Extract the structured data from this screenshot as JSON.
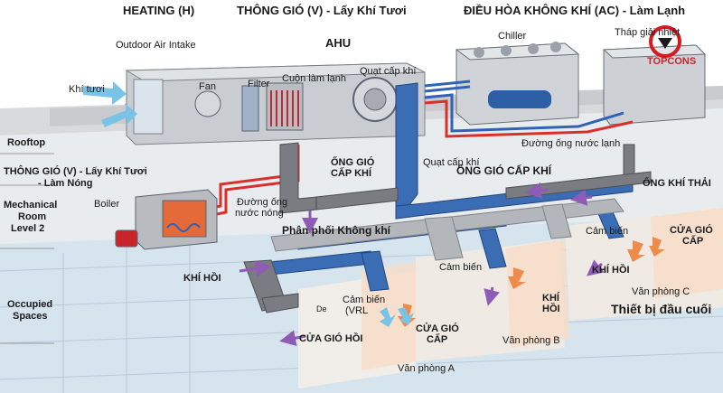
{
  "headers": {
    "heating": "HEATING (H)",
    "ventilation": "THÔNG GIÓ (V) - Lấy Khí Tươi",
    "ac": "ĐIỀU HÒA KHÔNG KHÍ (AC) - Làm Lạnh"
  },
  "logo_text": "TOPCONS",
  "side_labels": {
    "rooftop": "Rooftop",
    "ventilation_heat_1": "THÔNG GIÓ (V) - Lấy Khí Tươi",
    "ventilation_heat_2": "- Làm Nóng",
    "mechanical_1": "Mechanical",
    "mechanical_2": "Room",
    "mechanical_3": "Level 2",
    "occupied_1": "Occupied",
    "occupied_2": "Spaces"
  },
  "labels": {
    "outdoor_air_intake": "Outdoor Air Intake",
    "ahu": "AHU",
    "chiller": "Chiller",
    "cooling_tower": "Tháp giải nhiệt",
    "fresh_air": "Khí tươi",
    "fan": "Fan",
    "filter": "Filter",
    "cooling_coil": "Cuộn làm lạnh",
    "supply_fan": "Quạt cấp khí",
    "chilled_water_pipe": "Đường ống nước lạnh",
    "supply_duct_1": "ỐNG GIÓ",
    "supply_duct_2": "CẤP KHÍ",
    "supply_fan_2": "Quạt cấp khí",
    "supply_duct_main": "ỐNG GIÓ CẤP KHÍ",
    "exhaust_duct": "ỐNG KHÍ THẢI",
    "boiler": "Boiler",
    "hot_water_pipe_1": "Đường ống",
    "hot_water_pipe_2": "nước nóng",
    "air_distribution": "Phân phối Không khí",
    "sensor_a": "Cảm biến",
    "sensor_b": "Cảm biến",
    "sensor_vrl_1": "Cảm biến",
    "sensor_vrl_2": "(VRL",
    "return_air_left": "KHÍ HỒI",
    "return_air_c": "KHÍ HỒI",
    "return_air_b_1": "KHÍ",
    "return_air_b_2": "HỒI",
    "supply_grille_c_1": "CỬA GIÓ",
    "supply_grille_c_2": "CẤP",
    "supply_grille_a_1": "CỬA GIÓ",
    "supply_grille_a_2": "CẤP",
    "return_grille": "CỬA GIÓ HỒI",
    "office_a": "Văn phòng A",
    "office_b": "Văn phòng B",
    "office_c": "Văn phòng C",
    "terminal_devices": "Thiết bị đầu cuối",
    "de": "De"
  },
  "colors": {
    "supply_duct": "#3b6db5",
    "return_duct": "#6e6f74",
    "hot_pipe": "#d8312b",
    "cold_pipe": "#2f62b8",
    "arrow_purple": "#8e5bb6",
    "arrow_orange": "#ee8a4a",
    "arrow_cyan": "#79c3e6",
    "logo_red": "#d7181f"
  }
}
